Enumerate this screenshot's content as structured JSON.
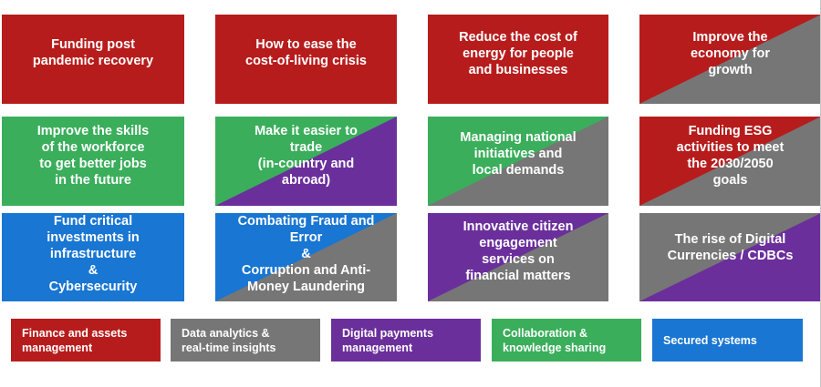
{
  "colors": {
    "red": "#b71c1c",
    "green": "#3aae5b",
    "gray": "#767676",
    "purple": "#6b2f9c",
    "blue": "#1976d2"
  },
  "tiles": [
    {
      "text": "Funding post\npandemic recovery",
      "colors": [
        "red"
      ]
    },
    {
      "text": "How to ease the\ncost-of-living crisis",
      "colors": [
        "red"
      ]
    },
    {
      "text": "Reduce the cost of\nenergy for people\nand businesses",
      "colors": [
        "red"
      ]
    },
    {
      "text": "Improve the\neconomy for\ngrowth",
      "colors": [
        "red",
        "gray"
      ]
    },
    {
      "text": "Improve the skills\nof the workforce\nto get better jobs\nin the future",
      "colors": [
        "green"
      ]
    },
    {
      "text": "Make it easier to\ntrade\n(in-country and\nabroad)",
      "colors": [
        "green",
        "purple"
      ]
    },
    {
      "text": "Managing national\ninitiatives and\nlocal demands",
      "colors": [
        "green",
        "gray"
      ]
    },
    {
      "text": "Funding ESG\nactivities to meet\nthe 2030/2050\ngoals",
      "colors": [
        "red",
        "gray"
      ]
    },
    {
      "text": "Fund critical\ninvestments in\ninfrastructure\n&\nCybersecurity",
      "colors": [
        "blue"
      ]
    },
    {
      "text": "Combating Fraud and\nError\n&\nCorruption and Anti-\nMoney Laundering",
      "colors": [
        "blue",
        "gray"
      ]
    },
    {
      "text": "Innovative citizen\nengagement\nservices on\nfinancial matters",
      "colors": [
        "purple",
        "gray"
      ]
    },
    {
      "text": "The rise of Digital\nCurrencies / CDBCs",
      "colors": [
        "gray",
        "purple"
      ]
    }
  ],
  "legend": [
    {
      "label": "Finance and assets\nmanagement",
      "color": "red"
    },
    {
      "label": "Data analytics &\nreal-time insights",
      "color": "gray"
    },
    {
      "label": "Digital payments\nmanagement",
      "color": "purple"
    },
    {
      "label": "Collaboration &\nknowledge sharing",
      "color": "green"
    },
    {
      "label": "Secured systems",
      "color": "blue"
    }
  ]
}
